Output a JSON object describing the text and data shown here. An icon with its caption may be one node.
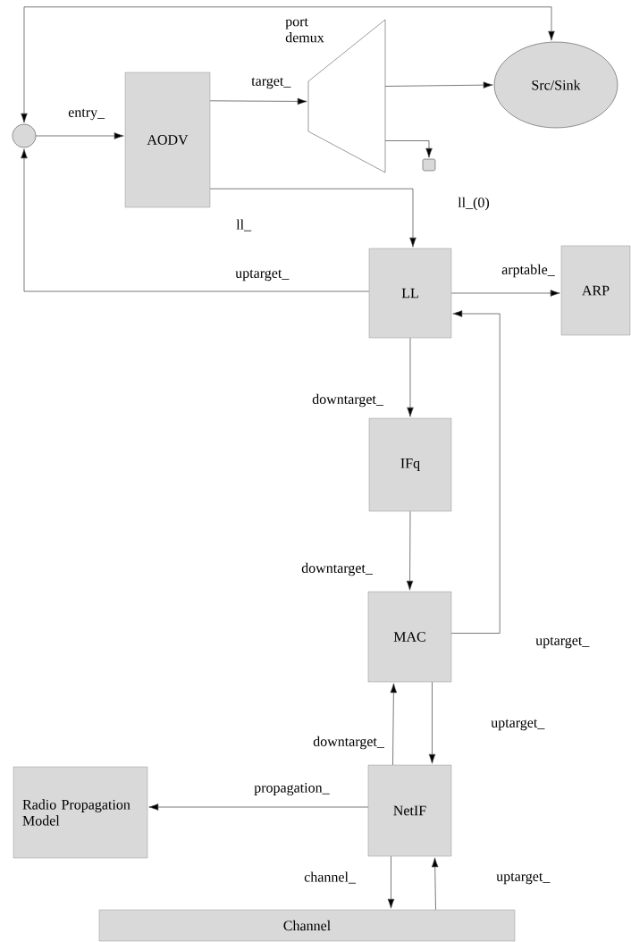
{
  "diagram": {
    "nodes": [
      {
        "text": [],
        "shape": "circle"
      },
      {
        "text": [
          "AODV"
        ]
      },
      {
        "text": [
          "port demux"
        ]
      },
      {
        "text": [
          "Src/Sink"
        ]
      },
      {
        "text": [],
        "shape": "box"
      },
      {
        "text": [
          "LL"
        ]
      },
      {
        "text": [
          "ARP"
        ]
      },
      {
        "text": [
          "IFq"
        ]
      },
      {
        "text": [
          "MAC"
        ]
      },
      {
        "text": [
          "NetIF"
        ]
      },
      {
        "text": [
          "Radio Propagation Model"
        ]
      },
      {
        "text": [
          "Channel"
        ]
      }
    ],
    "edges": [
      {
        "from": 0,
        "to": 3,
        "arrow": "both"
      },
      {
        "from": 0,
        "to": 1,
        "arrow": "to",
        "label": "entry_"
      },
      {
        "from": 1,
        "to": 2,
        "arrow": "to",
        "label": "target_"
      },
      {
        "from": 2,
        "to": 3,
        "arrow": "to"
      },
      {
        "from": 2,
        "to": 4,
        "arrow": "to"
      },
      {
        "from": 1,
        "to": 5,
        "arrow": "to",
        "label": "ll_"
      },
      {
        "from": 5,
        "to": 0,
        "arrow": "to",
        "label": "uptarget_"
      },
      {
        "from": 5,
        "to": 6,
        "arrow": "to",
        "label": "arptable_"
      },
      {
        "from": 5,
        "to": 7,
        "arrow": "to",
        "label": "downtarget_"
      },
      {
        "from": 7,
        "to": 8,
        "arrow": "to",
        "label": "downtarget_"
      },
      {
        "from": 8,
        "to": 5,
        "arrow": "to",
        "label": "uptarget_"
      },
      {
        "from": 9,
        "to": 8,
        "arrow": "to",
        "label": "downtarget_"
      },
      {
        "from": 8,
        "to": 9,
        "arrow": "to",
        "label": "uptarget_"
      },
      {
        "from": 9,
        "to": 10,
        "arrow": "to",
        "label": "propagation_"
      },
      {
        "from": 9,
        "to": 11,
        "arrow": "to",
        "label": "channel_"
      },
      {
        "from": 11,
        "to": 9,
        "arrow": "to",
        "label": "uptarget_"
      }
    ],
    "labels": [
      "ll_(0)"
    ]
  }
}
